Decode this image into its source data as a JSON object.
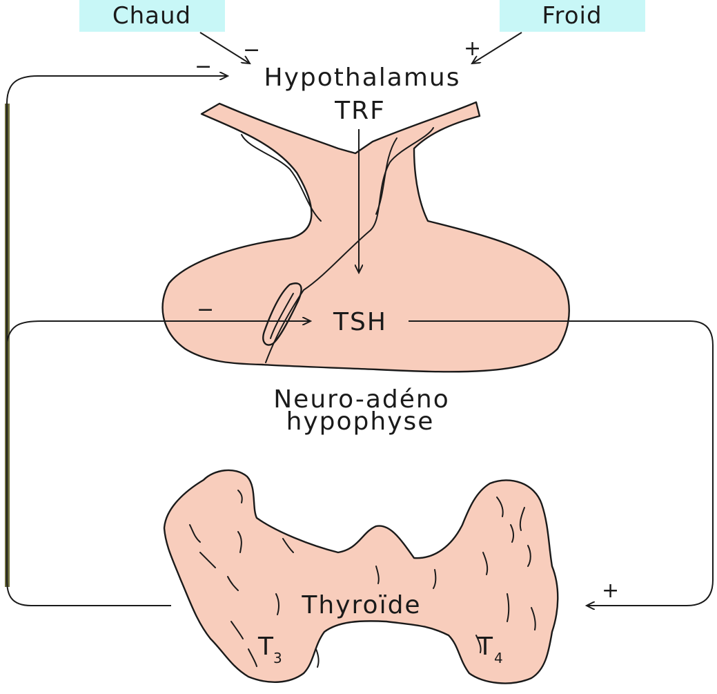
{
  "stimuli": {
    "heat": "Chaud",
    "cold": "Froid",
    "box_color": "#c8f7f7"
  },
  "signs": {
    "heat_effect": "−",
    "cold_effect": "+",
    "feedback_hypothalamus": "−",
    "feedback_pituitary": "−",
    "tsh_on_thyroid": "+"
  },
  "labels": {
    "hypothalamus": "Hypothalamus",
    "trf": "TRF",
    "tsh": "TSH",
    "pituitary_line1": "Neuro-adéno",
    "pituitary_line2": "hypophyse",
    "thyroid": "Thyroïde",
    "t3_letter": "T",
    "t3_sub": "3",
    "t4_letter": "T",
    "t4_sub": "4"
  },
  "colors": {
    "organ_fill": "#f8cdbc",
    "feedback_line": "#6b6b3c"
  }
}
